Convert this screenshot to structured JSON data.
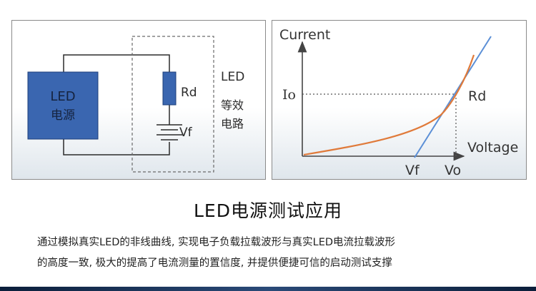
{
  "circuit": {
    "source_label_1": "LED",
    "source_label_2": "电源",
    "resistor_label": "Rd",
    "voltage_label": "Vf",
    "equiv_label_1": "LED",
    "equiv_label_2": "等效",
    "equiv_label_3": "电路"
  },
  "iv_chart": {
    "y_axis_label": "Current",
    "x_axis_label": "Voltage",
    "io_label": "Io",
    "rd_label": "Rd",
    "vf_label": "Vf",
    "vo_label": "Vo",
    "curve_color": "#e07a3a",
    "line_color": "#5b8fd6"
  },
  "heading": "LED电源测试应用",
  "description": {
    "line1": "通过模拟真实LED的非线曲线, 实现电子负载拉载波形与真实LED电流拉载波形",
    "line2": "的高度一致, 极大的提高了电流测量的置信度, 并提供便捷可信的启动测试支撑"
  },
  "colors": {
    "source_box": "#3a66b0",
    "resistor": "#3a66b0"
  }
}
